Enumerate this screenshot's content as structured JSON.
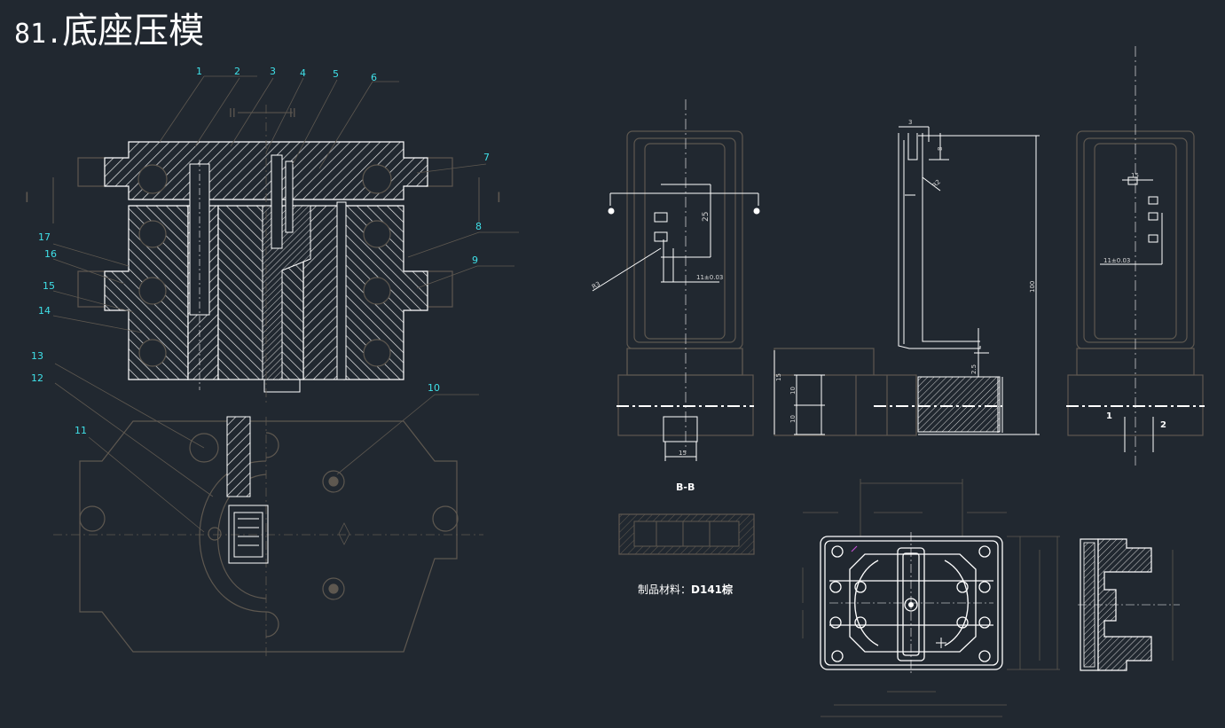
{
  "title": {
    "number": "81.",
    "name": "底座压模"
  },
  "part_labels": [
    "1",
    "2",
    "3",
    "4",
    "5",
    "6",
    "7",
    "8",
    "9",
    "10",
    "11",
    "12",
    "13",
    "14",
    "15",
    "16",
    "17"
  ],
  "section_marks": {
    "left": "I",
    "right": "I",
    "top": "II",
    "b": "B",
    "section_label": "B-B"
  },
  "dimensions": {
    "d25": "25",
    "d11": "11±0.03",
    "d11b": "11±0.03",
    "d100": "100",
    "d15": "15",
    "d10a": "10",
    "d10b": "10",
    "d2_5": "2.5",
    "d3": "3",
    "d8": "8",
    "dR": "R2",
    "dR3": "R3",
    "d11c": "11±0.03",
    "p1": "1",
    "p2": "2",
    "p15": "15"
  },
  "material": {
    "label": "制品材料：",
    "value": "D141棕"
  },
  "colors": {
    "background": "#212830",
    "outline": "#ffffff",
    "faint": "#5e5850",
    "labels": "#3fe0e8"
  }
}
